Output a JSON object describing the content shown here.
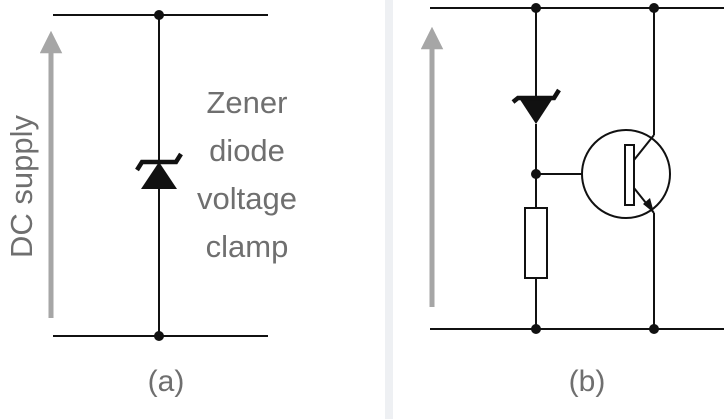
{
  "panel_a": {
    "supply_label": "DC supply",
    "clamp_label_lines": [
      "Zener",
      "diode",
      "voltage",
      "clamp"
    ],
    "caption": "(a)"
  },
  "panel_b": {
    "caption": "(b)"
  },
  "colors": {
    "background": "#eef0f3",
    "panel": "#ffffff",
    "wire": "#111111",
    "arrow": "#a6a6a6",
    "label": "#6f6f6f"
  }
}
